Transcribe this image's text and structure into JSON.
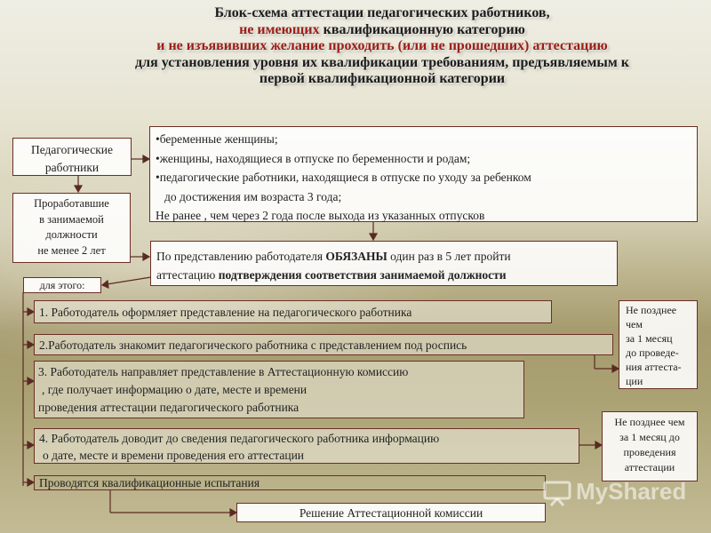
{
  "title": {
    "line1": "Блок-схема аттестации педагогических работников,",
    "line2_red": "не имеющих",
    "line2_rest": " квалификационную категорию",
    "line3": "и не изъявивших желание проходить (или не прошедших) аттестацию",
    "line4": "для установления уровня их квалификации требованиям, предъявляемым к",
    "line5": "первой квалификационной категории"
  },
  "ped_workers": {
    "line1": "Педагогические",
    "line2": "работники"
  },
  "categories": {
    "item1": "•беременные женщины;",
    "item2": "•женщины, находящиеся в отпуске по беременности и родам;",
    "item3a": "•педагогические работники, находящиеся в отпуске по уходу за ребенком",
    "item3b": "до достижения им возраста 3 года;",
    "note": "Не ранее , чем через 2 года после выхода из указанных отпусков"
  },
  "worked": {
    "line1": "Проработавшие",
    "line2": "в занимаемой",
    "line3": "должности",
    "line4": "не менее 2 лет"
  },
  "obligation": {
    "line1_pre": "По представлению работодателя ",
    "line1_bold": "ОБЯЗАНЫ",
    "line1_post": " один раз в 5 лет пройти",
    "line2_pre": "аттестацию ",
    "line2_bold": "подтверждения соответствия занимаемой должности"
  },
  "for_this": "для этого:",
  "steps": {
    "s1": "1. Работодатель оформляет представление на педагогического работника",
    "s2": "2.Работодатель знакомит педагогического работника с представлением под роспись",
    "s3_line1": "3. Работодатель направляет представление в Аттестационную комиссию",
    "s3_line2": ", где получает информацию о дате, месте и времени",
    "s3_line3": "проведения аттестации педагогического работника",
    "s4_line1": "4. Работодатель доводит до сведения педагогического работника информацию",
    "s4_line2": "о дате, месте и времени проведения его аттестации",
    "s5": "Проводятся квалификационные испытания",
    "decision": "Решение Аттестационной комиссии"
  },
  "deadline1": {
    "line1": "Не позднее",
    "line2": "чем",
    "line3": "за 1 месяц",
    "line4": "до проведе-",
    "line5": "ния аттеста-",
    "line6": "ции"
  },
  "deadline2": {
    "line1": "Не позднее чем",
    "line2": "за 1 месяц до",
    "line3": "проведения",
    "line4": "аттестации"
  },
  "logo": {
    "text": "MyShared"
  }
}
